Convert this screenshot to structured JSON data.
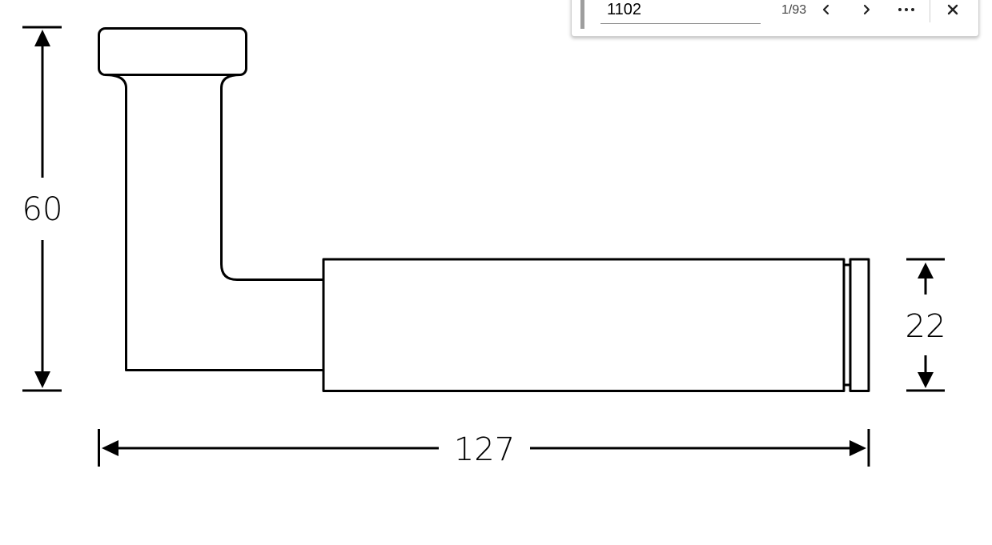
{
  "drawing": {
    "dimensions": {
      "height_total": "60",
      "height_bar": "22",
      "length_total": "127"
    }
  },
  "findbar": {
    "query": "1102",
    "match_count": "1/93",
    "icons": {
      "previous": "chevron-left-icon",
      "next": "chevron-right-icon",
      "more": "more-horizontal-icon",
      "close": "close-icon"
    }
  }
}
